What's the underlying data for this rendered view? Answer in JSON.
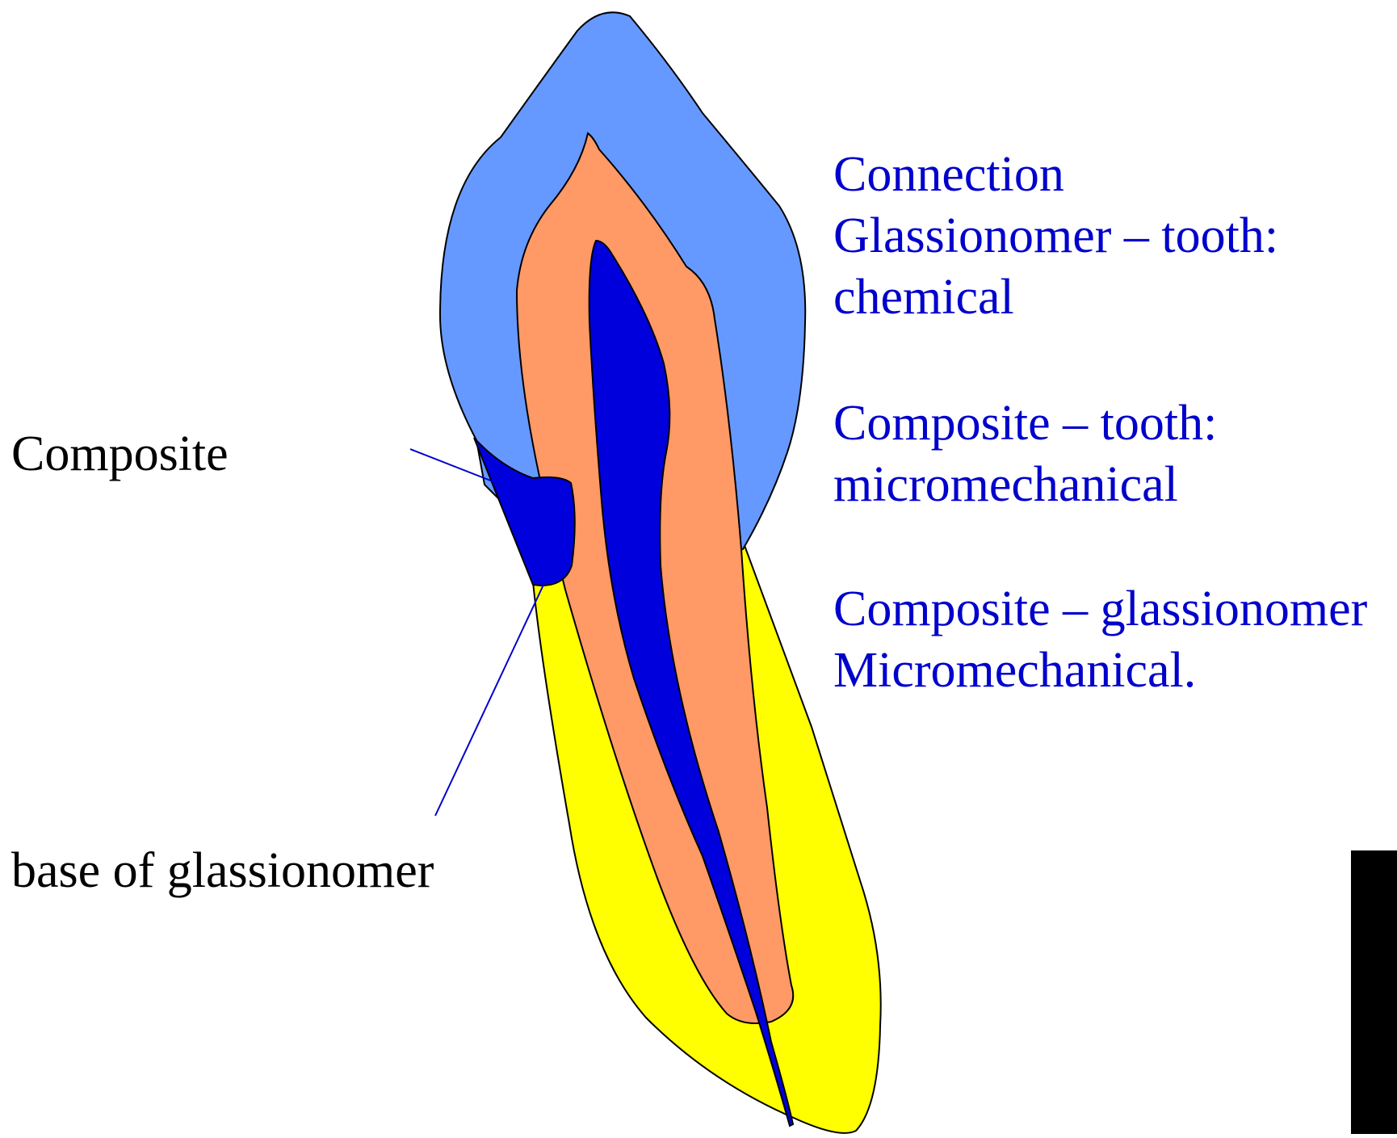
{
  "labels": {
    "composite": "Composite",
    "base_of_glassionomer": "base of glassionomer"
  },
  "connections": {
    "heading": "Connection",
    "glassionomer_tooth": [
      "Glassionomer – tooth:",
      "chemical"
    ],
    "composite_tooth": [
      "Composite – tooth:",
      "micromechanical"
    ],
    "composite_glassionomer": [
      "Composite – glassionomer",
      "Micromechanical."
    ]
  },
  "colors": {
    "enamel": "#6699ff",
    "dentin": "#ff9966",
    "pulp": "#0000dd",
    "root_cementum": "#ffff00",
    "composite_filling": "#0000dd",
    "outline": "#000000",
    "leader_line": "#0000cc",
    "connection_text": "#0000cc",
    "label_text": "#000000"
  }
}
